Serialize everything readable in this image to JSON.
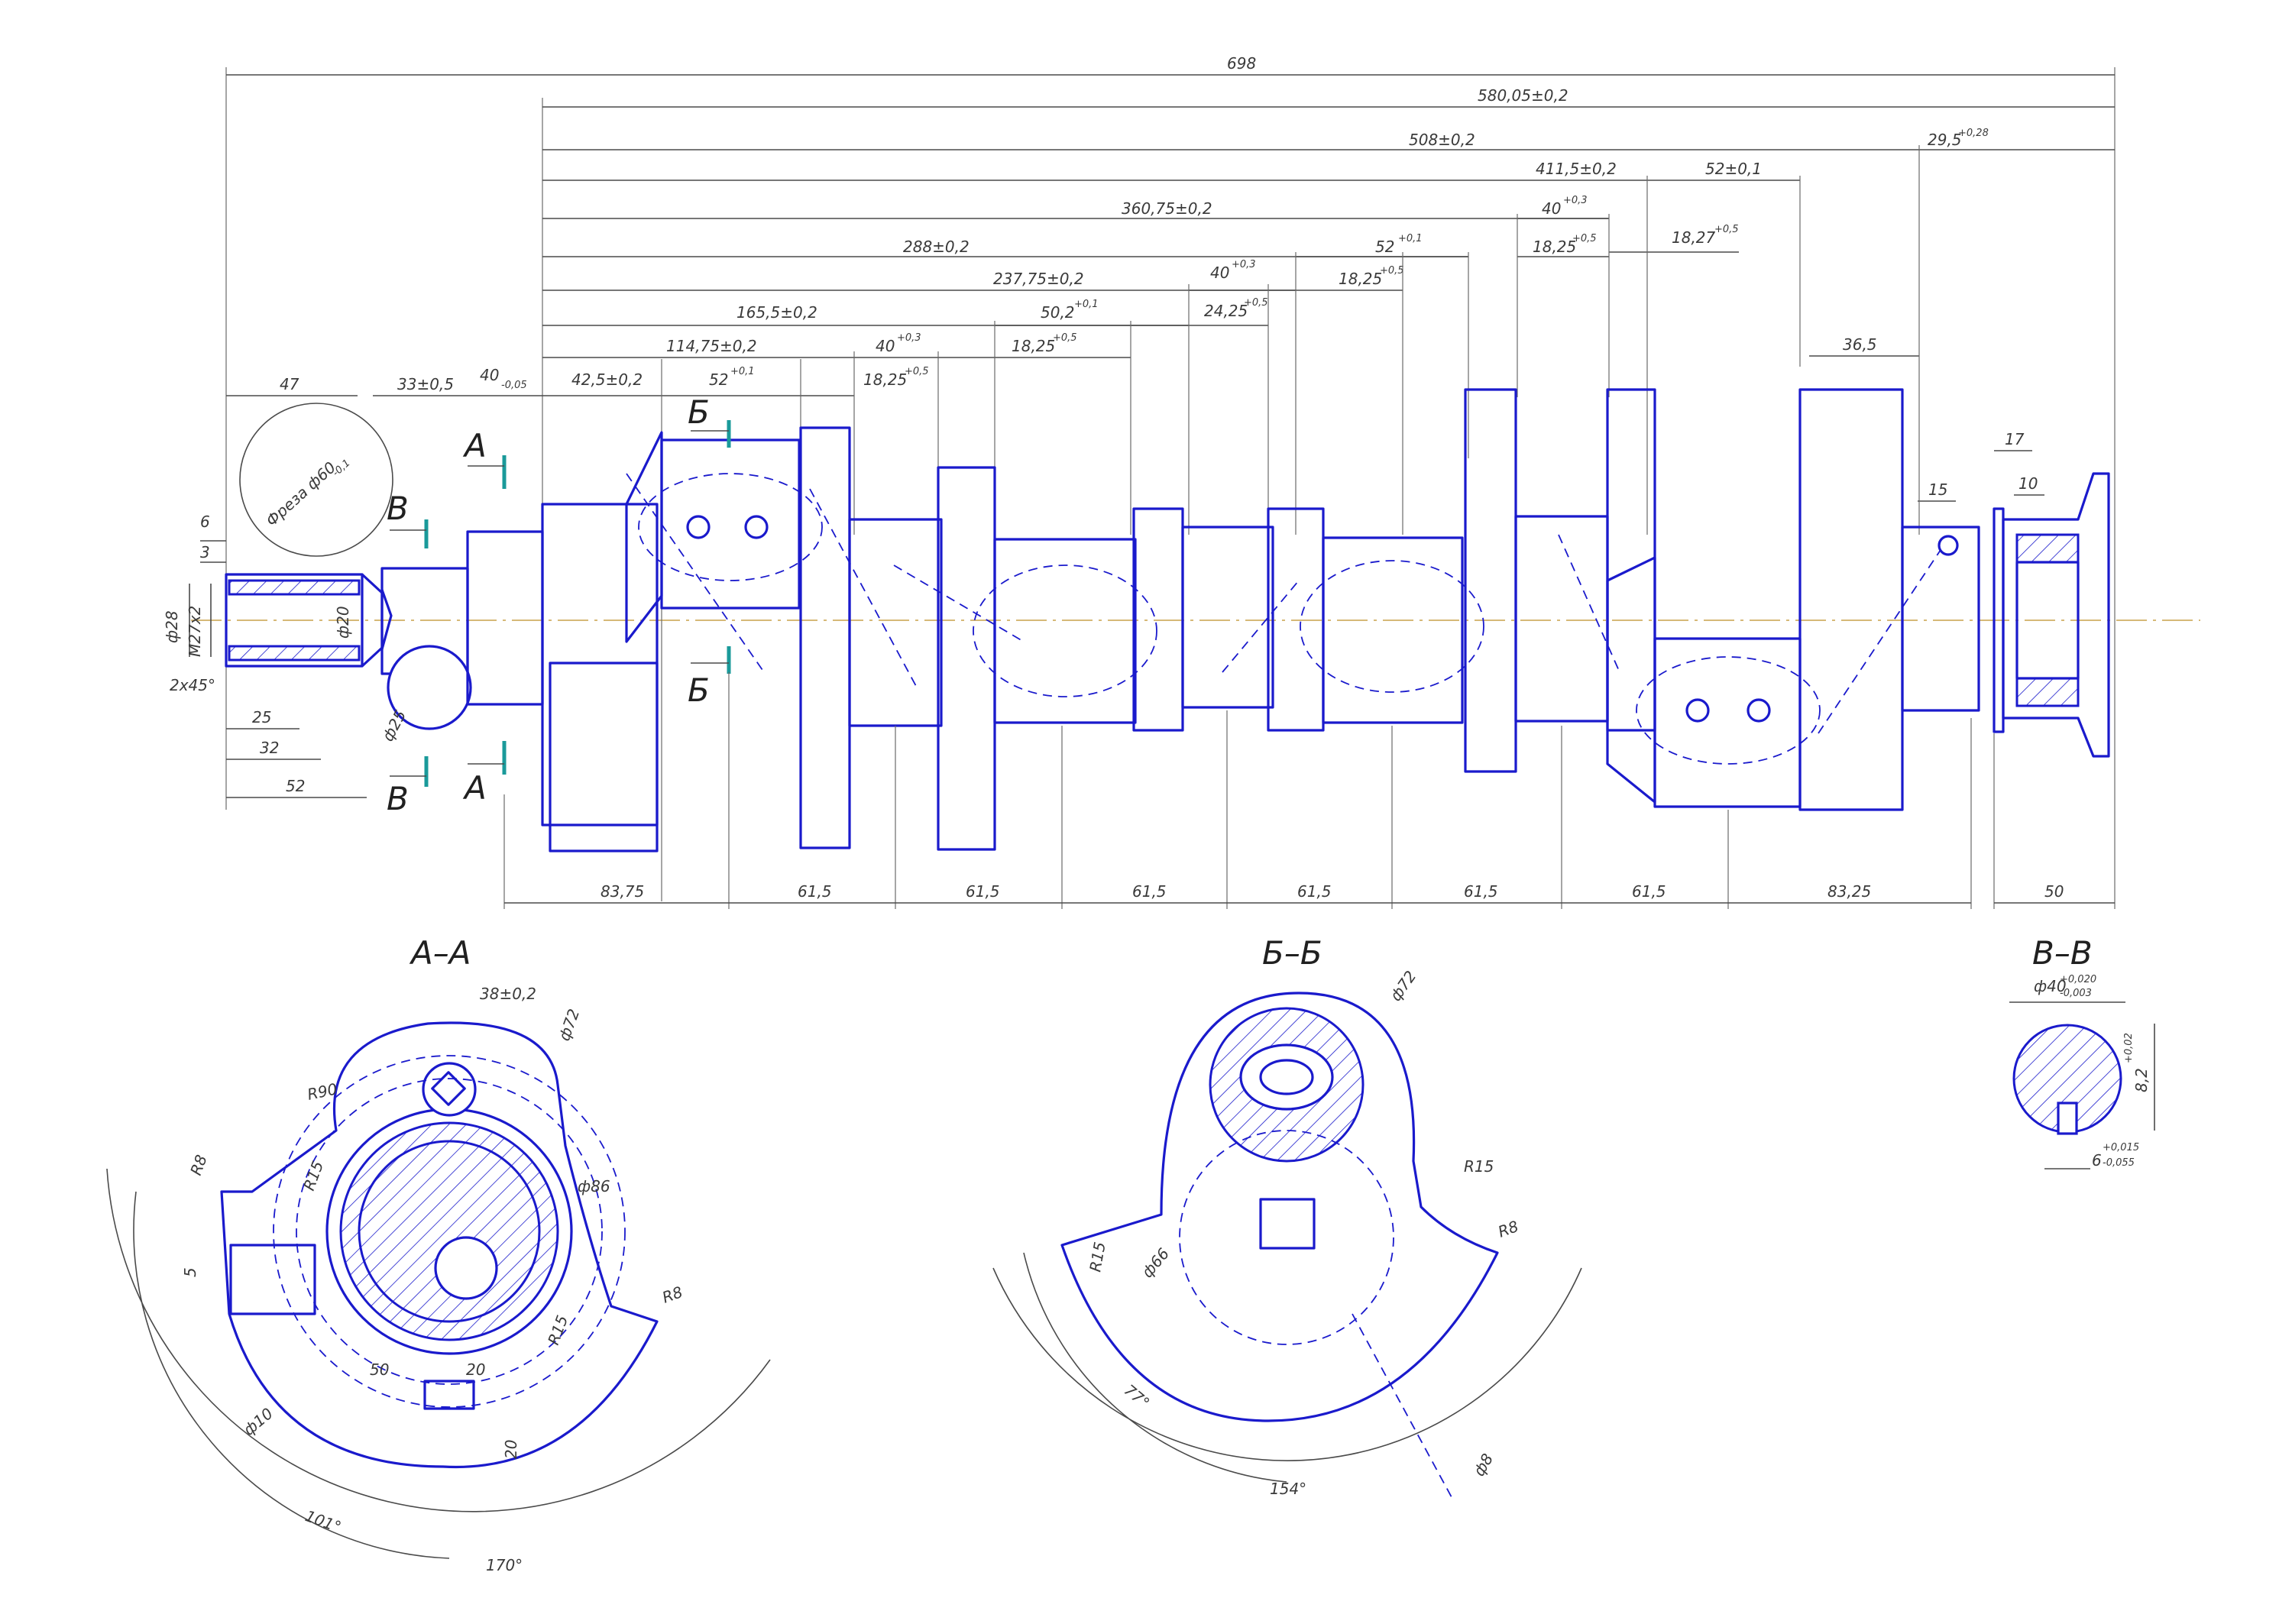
{
  "colors": {
    "outline": "#1a1acc",
    "dimension": "#4a4a4a",
    "axis": "#c9a24a",
    "cut_marker": "#1a9a9a"
  },
  "section_labels": {
    "aa": "А–А",
    "bb": "Б–Б",
    "vv": "В–В"
  },
  "cut_letters": {
    "a": "А",
    "b": "Б",
    "v": "В"
  },
  "overall_dims": {
    "d698": "698",
    "d580": "580,05±0,2",
    "d508": "508±0,2",
    "d411": "411,5±0,2",
    "d52b": "52±0,1",
    "d29": "29,5",
    "d29_tol": "+0,28",
    "d360": "360,75±0,2",
    "d40a": "40",
    "d40a_tol": "+0,3",
    "d18a": "18,25",
    "d18a_tol": "+0,5",
    "d18b": "18,27",
    "d18b_tol": "+0,5",
    "d288": "288±0,2",
    "d52c": "52",
    "d52c_tol": "+0,1",
    "d18c": "18,25",
    "d18c_tol": "+0,5",
    "d237": "237,75±0,2",
    "d40b": "40",
    "d40b_tol": "+0,3",
    "d165": "165,5±0,2",
    "d50": "50,2",
    "d50_tol": "+0,1",
    "d24": "24,25",
    "d24_tol": "+0,5",
    "d114": "114,75±0,2",
    "d40c": "40",
    "d40c_tol": "+0,3",
    "d18d": "18,25",
    "d18d_tol": "+0,5",
    "d47": "47",
    "d33": "33±0,5",
    "d40d": "40",
    "d40d_tol": "-0,05",
    "d42": "42,5±0,2",
    "d52d": "52",
    "d52d_tol": "+0,1",
    "d18e": "18,25",
    "d18e_tol": "+0,5",
    "d36": "36,5",
    "d17": "17",
    "d15": "15",
    "d10": "10"
  },
  "left_end_dims": {
    "cutter": "Фреза ф60",
    "cutter_tol": "-0,1",
    "d6": "6",
    "d3": "3",
    "d28": "ф28",
    "m27": "М27х2",
    "d20": "ф20",
    "chamfer": "2х45°",
    "d25": "25",
    "d32": "32",
    "d52": "52",
    "d25r": "ф25"
  },
  "bottom_dims": [
    "83,75",
    "61,5",
    "61,5",
    "61,5",
    "61,5",
    "61,5",
    "61,5",
    "83,25",
    "50"
  ],
  "aa_dims": {
    "d38": "38±0,2",
    "d72": "ф72",
    "r90": "R90",
    "r8a": "R8",
    "r15a": "R15",
    "d86": "ф86",
    "d5": "5",
    "r8b": "R8",
    "r15b": "R15",
    "d50": "50",
    "d20a": "20",
    "d10": "ф10",
    "d20b": "20",
    "a101": "101°",
    "a170": "170°"
  },
  "bb_dims": {
    "d72": "ф72",
    "r15a": "R15",
    "r8": "R8",
    "r15b": "R15",
    "d66": "ф66",
    "a77": "77°",
    "a154": "154°",
    "d8": "ф8"
  },
  "vv_dims": {
    "d40": "ф40",
    "d40_tol_up": "+0,020",
    "d40_tol_dn": "-0,003",
    "d8": "8,2",
    "d8_tol": "+0,02",
    "d6": "6",
    "d6_tol_up": "+0,015",
    "d6_tol_dn": "-0,055"
  }
}
